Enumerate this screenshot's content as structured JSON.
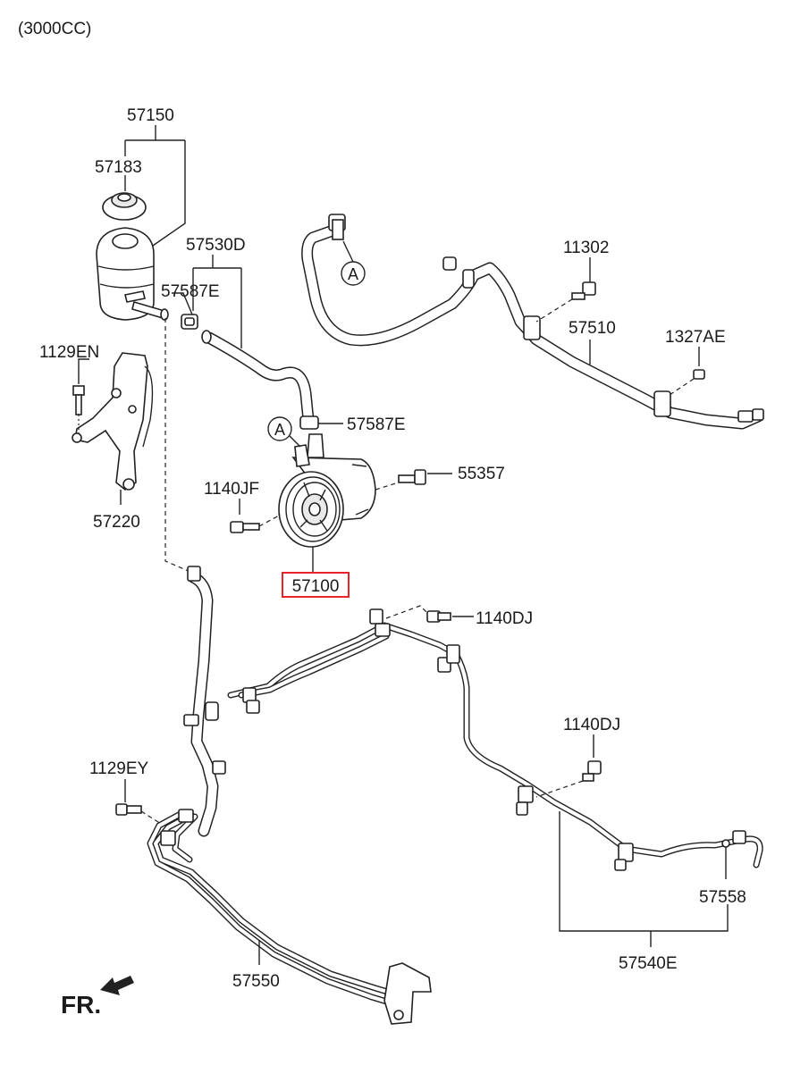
{
  "header": {
    "engine": "(3000CC)"
  },
  "labels": {
    "p57150": "57150",
    "p57183": "57183",
    "p57530D": "57530D",
    "p57587E_a": "57587E",
    "p57587E_b": "57587E",
    "p1129EN": "1129EN",
    "p57220": "57220",
    "p1140JF": "1140JF",
    "p57100": "57100",
    "p55357": "55357",
    "p11302": "11302",
    "p57510": "57510",
    "p1327AE": "1327AE",
    "p1140DJ_a": "1140DJ",
    "p1140DJ_b": "1140DJ",
    "p1129EY": "1129EY",
    "p57550": "57550",
    "p57558": "57558",
    "p57540E": "57540E"
  },
  "connectors": {
    "a1": "A",
    "a2": "A"
  },
  "direction": {
    "front": "FR."
  },
  "colors": {
    "highlight": "#e8232a",
    "line": "#222222"
  }
}
